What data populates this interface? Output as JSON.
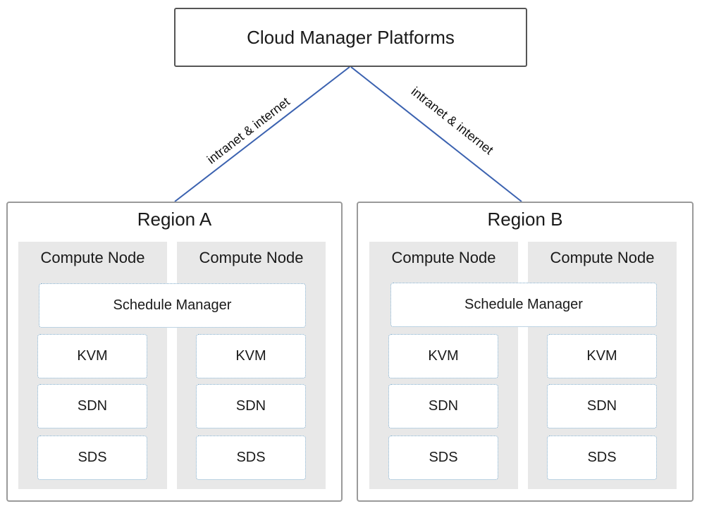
{
  "top": {
    "label": "Cloud Manager Platforms"
  },
  "links": {
    "left_label": "intranet & internet",
    "right_label": "intranet & internet"
  },
  "regions": [
    {
      "name": "Region A",
      "nodes": [
        {
          "title": "Compute Node"
        },
        {
          "title": "Compute Node"
        }
      ],
      "schedule_manager": "Schedule Manager",
      "components": [
        "KVM",
        "SDN",
        "SDS"
      ]
    },
    {
      "name": "Region B",
      "nodes": [
        {
          "title": "Compute Node"
        },
        {
          "title": "Compute Node"
        }
      ],
      "schedule_manager": "Schedule Manager",
      "components": [
        "KVM",
        "SDN",
        "SDS"
      ]
    }
  ],
  "colors": {
    "link": "#3b62b0",
    "node_bg": "#e8e8e8",
    "card_border": "#7aa7c7"
  }
}
